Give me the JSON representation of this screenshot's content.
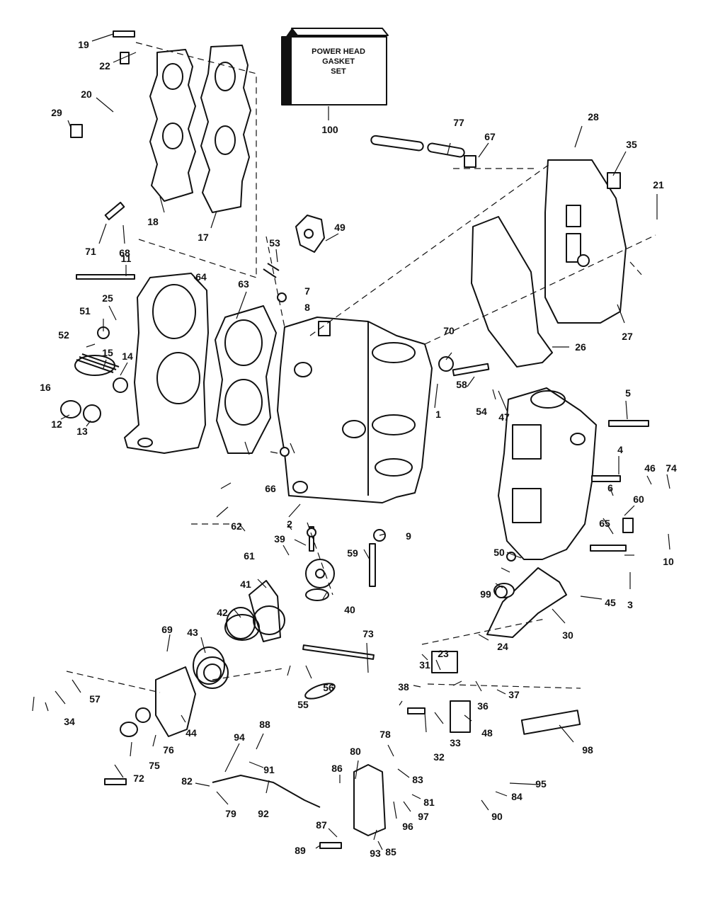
{
  "kit_box": {
    "line1": "POWER HEAD",
    "line2": "GASKET",
    "line3": "SET"
  },
  "labels": [
    "1",
    "2",
    "3",
    "4",
    "5",
    "6",
    "7",
    "8",
    "9",
    "10",
    "11",
    "12",
    "13",
    "14",
    "15",
    "16",
    "17",
    "18",
    "19",
    "20",
    "21",
    "22",
    "23",
    "24",
    "25",
    "26",
    "27",
    "28",
    "29",
    "30",
    "31",
    "32",
    "33",
    "34",
    "35",
    "36",
    "37",
    "38",
    "39",
    "40",
    "41",
    "42",
    "43",
    "44",
    "45",
    "46",
    "47",
    "48",
    "49",
    "50",
    "51",
    "52",
    "53",
    "54",
    "55",
    "56",
    "57",
    "58",
    "59",
    "60",
    "61",
    "62",
    "63",
    "64",
    "65",
    "66",
    "67",
    "68",
    "69",
    "70",
    "71",
    "72",
    "73",
    "74",
    "75",
    "76",
    "77",
    "78",
    "79",
    "80",
    "81",
    "82",
    "83",
    "84",
    "85",
    "86",
    "87",
    "88",
    "89",
    "90",
    "91",
    "92",
    "93",
    "94",
    "95",
    "96",
    "97",
    "98",
    "99",
    "100"
  ]
}
